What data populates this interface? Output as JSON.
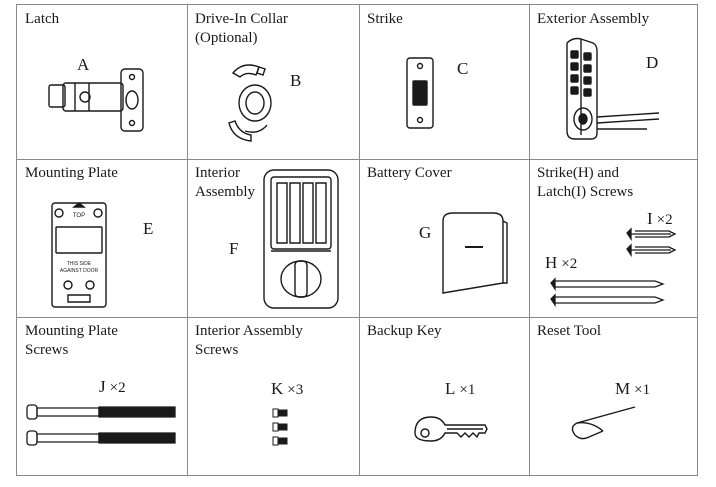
{
  "cells": [
    {
      "title": "Latch",
      "letter": "A",
      "qty": ""
    },
    {
      "title": "Drive-In Collar\n(Optional)",
      "letter": "B",
      "qty": ""
    },
    {
      "title": "Strike",
      "letter": "C",
      "qty": ""
    },
    {
      "title": "Exterior Assembly",
      "letter": "D",
      "qty": ""
    },
    {
      "title": "Mounting Plate",
      "letter": "E",
      "qty": ""
    },
    {
      "title": "Interior\nAssembly",
      "letter": "F",
      "qty": ""
    },
    {
      "title": "Battery Cover",
      "letter": "G",
      "qty": ""
    },
    {
      "title": "Strike(H) and\nLatch(I) Screws",
      "letter": "H",
      "qty": "×2",
      "letter2": "I",
      "qty2": "×2"
    },
    {
      "title": "Mounting Plate\nScrews",
      "letter": "J",
      "qty": "×2"
    },
    {
      "title": "Interior Assembly\nScrews",
      "letter": "K",
      "qty": "×3"
    },
    {
      "title": "Backup Key",
      "letter": "L",
      "qty": "×1"
    },
    {
      "title": "Reset Tool",
      "letter": "M",
      "qty": "×1"
    }
  ],
  "artwork": {
    "plate_text_top": "TOP",
    "plate_text_side": "THIS SIDE",
    "plate_text_door": "AGAINST DOOR"
  }
}
